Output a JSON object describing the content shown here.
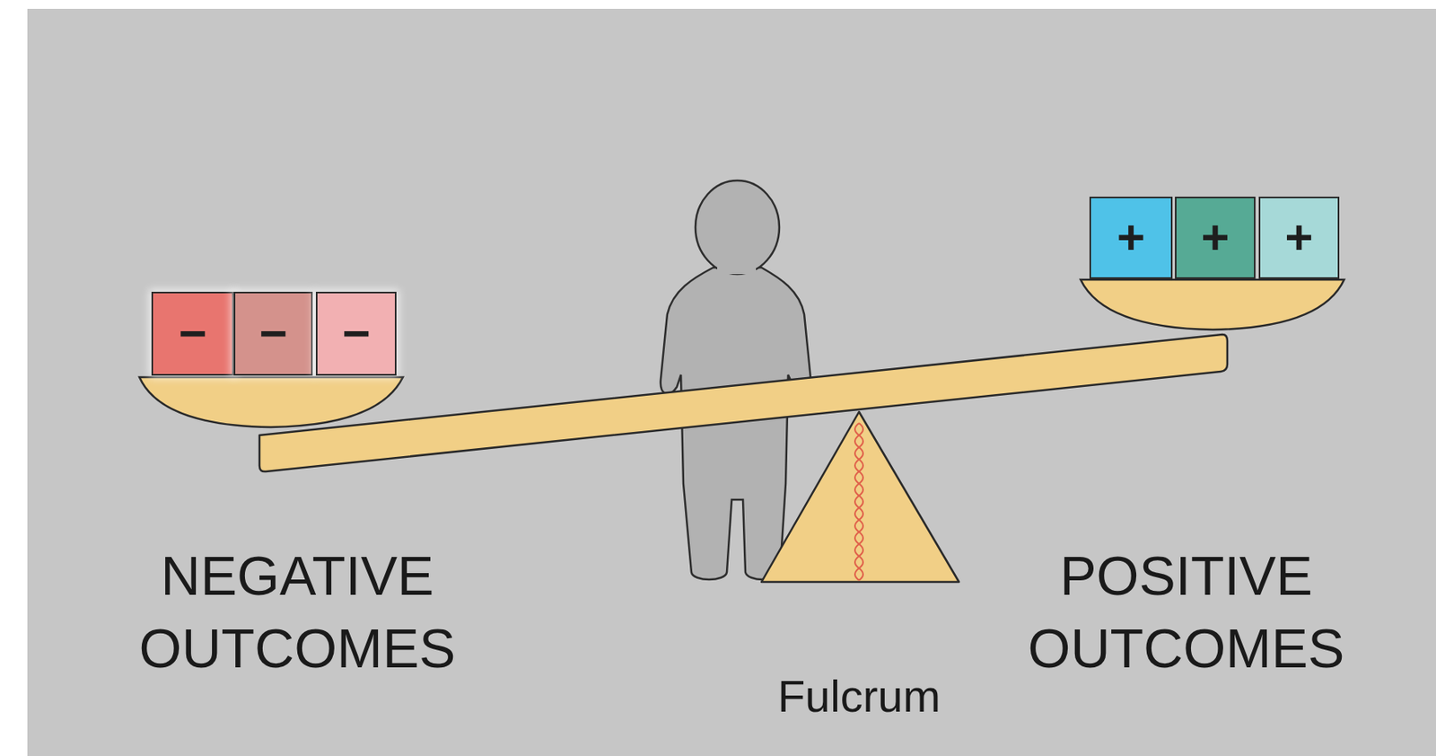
{
  "diagram": {
    "nodes": [
      {
        "text": [
          "−"
        ]
      },
      {
        "text": [
          "−"
        ]
      },
      {
        "text": [
          "−"
        ]
      },
      {
        "text": [
          "+"
        ]
      },
      {
        "text": [
          "+"
        ]
      },
      {
        "text": [
          "+"
        ]
      }
    ],
    "labels": [
      "NEGATIVE OUTCOMES",
      "POSITIVE OUTCOMES",
      "Fulcrum"
    ]
  }
}
